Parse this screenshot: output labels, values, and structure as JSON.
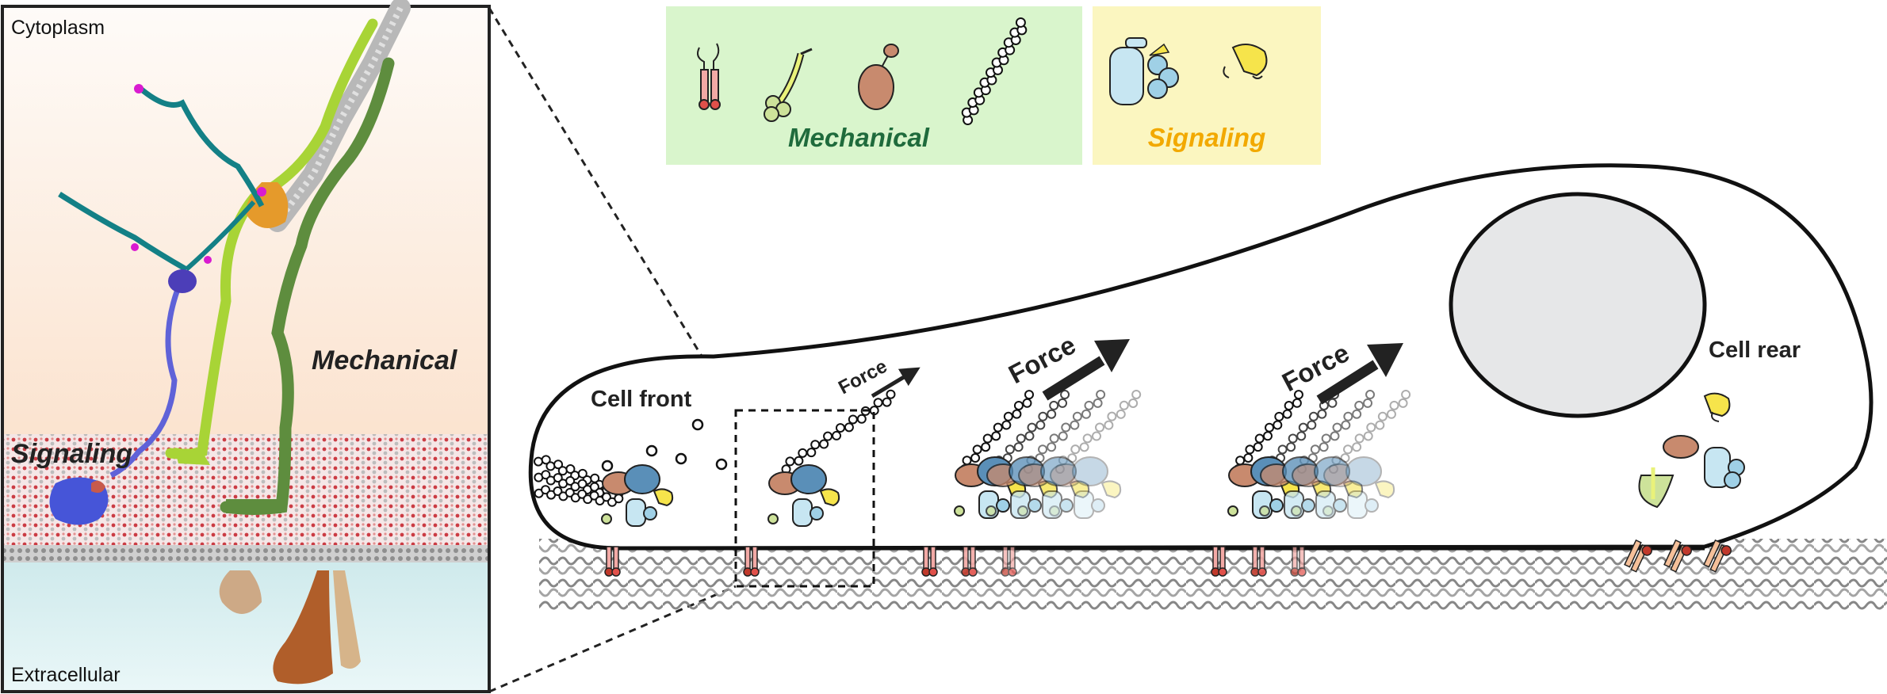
{
  "panel_left": {
    "cytoplasm_label": "Cytoplasm",
    "extracellular_label": "Extracellular",
    "mechanical_label": "Mechanical",
    "signaling_label": "Signaling"
  },
  "legend": {
    "mechanical_label": "Mechanical",
    "signaling_label": "Signaling",
    "mechanical_color": "#1f6b3c",
    "signaling_color": "#f2a900",
    "mechanical_bg": "#d9f5cc",
    "signaling_bg": "#fbf6c0"
  },
  "cell": {
    "front_label": "Cell front",
    "rear_label": "Cell rear",
    "force_labels": [
      "Force",
      "Force",
      "Force"
    ]
  }
}
